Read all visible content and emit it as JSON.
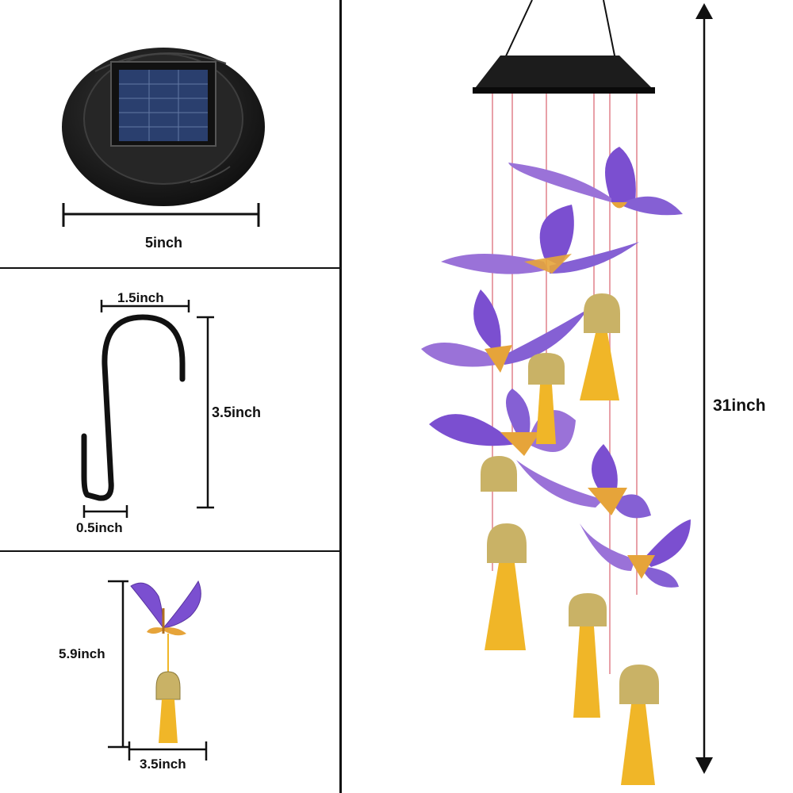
{
  "dimensions": {
    "solar_panel_width": "5inch",
    "hook_width": "1.5inch",
    "hook_height": "3.5inch",
    "hook_base": "0.5inch",
    "single_chime_height": "5.9inch",
    "single_chime_width": "3.5inch",
    "total_length": "31inch"
  },
  "colors": {
    "butterfly_wing": "#7b4fd0",
    "butterfly_body": "#e6a43a",
    "bell": "#c9b266",
    "tassel": "#f0b628",
    "string": "#e8a0a8",
    "solar_cap": "#1c1c1c",
    "panel_cell": "#2a3f6e"
  },
  "icons": {
    "solar_cap": "solar-panel-cap-icon",
    "hook": "s-hook-icon",
    "chime": "wind-chime-icon",
    "butterfly": "butterfly-icon",
    "bell": "bell-icon"
  }
}
